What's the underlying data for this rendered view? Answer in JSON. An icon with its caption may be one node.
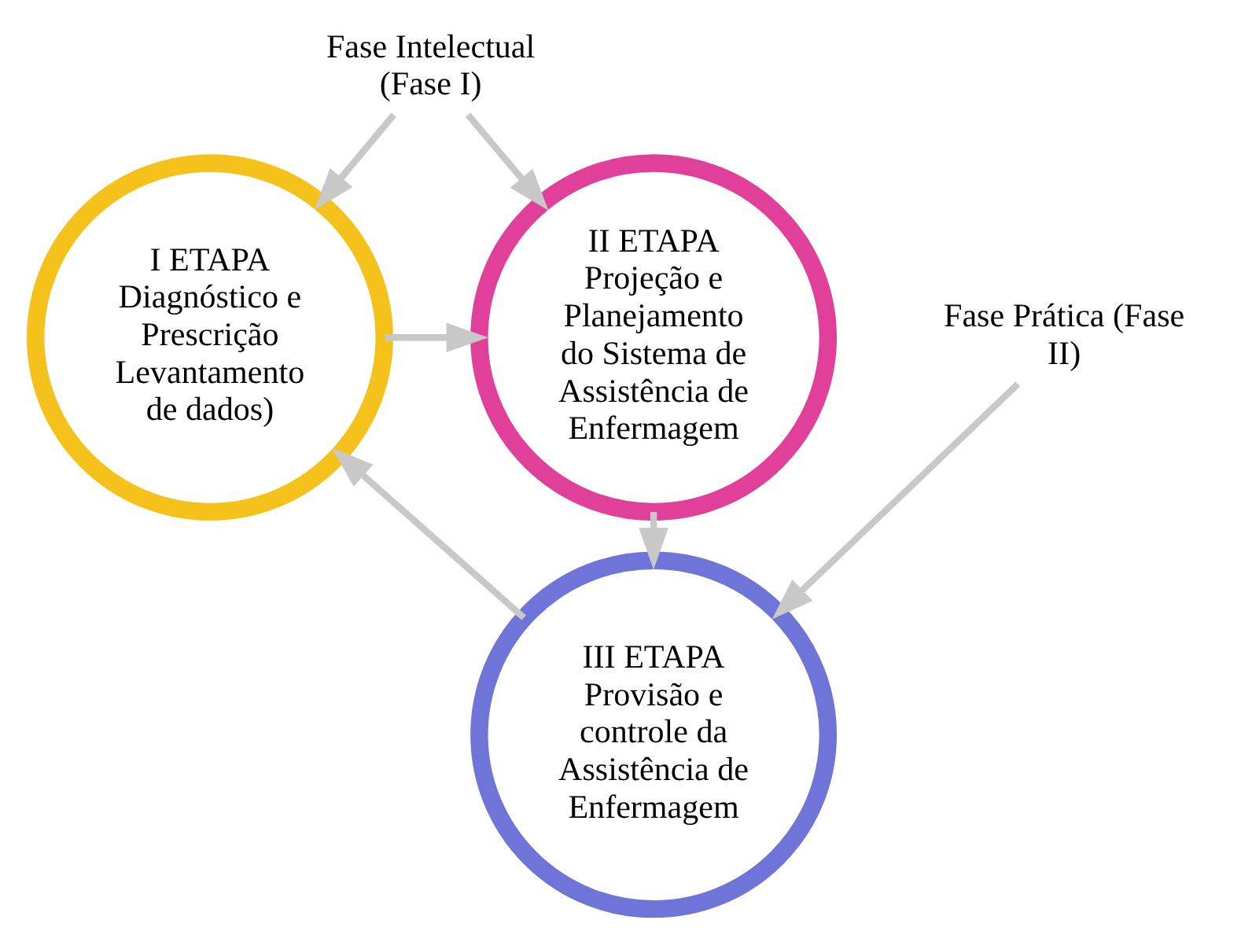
{
  "diagram": {
    "nodes": [
      {
        "text": [
          "Fase Intelectual (Fase I)"
        ]
      },
      {
        "text": [
          "I ETAPA",
          "Diagnóstico e Prescrição Levantamento de dados)"
        ]
      },
      {
        "text": [
          "II ETAPA",
          "Projeção e Planejamento do Sistema de Assistência de Enfermagem"
        ]
      },
      {
        "text": [
          "Fase Prática (Fase II)"
        ]
      },
      {
        "text": [
          "III ETAPA",
          "Provisão e controle da Assistência de Enfermagem"
        ]
      }
    ],
    "edges": [
      {
        "from": 0,
        "to": 1,
        "arrow": "to"
      },
      {
        "from": 0,
        "to": 2,
        "arrow": "to"
      },
      {
        "from": 1,
        "to": 2,
        "arrow": "to"
      },
      {
        "from": 3,
        "to": 4,
        "arrow": "to"
      },
      {
        "from": 2,
        "to": 4,
        "arrow": "to"
      },
      {
        "from": 4,
        "to": 1,
        "arrow": "to"
      }
    ]
  }
}
